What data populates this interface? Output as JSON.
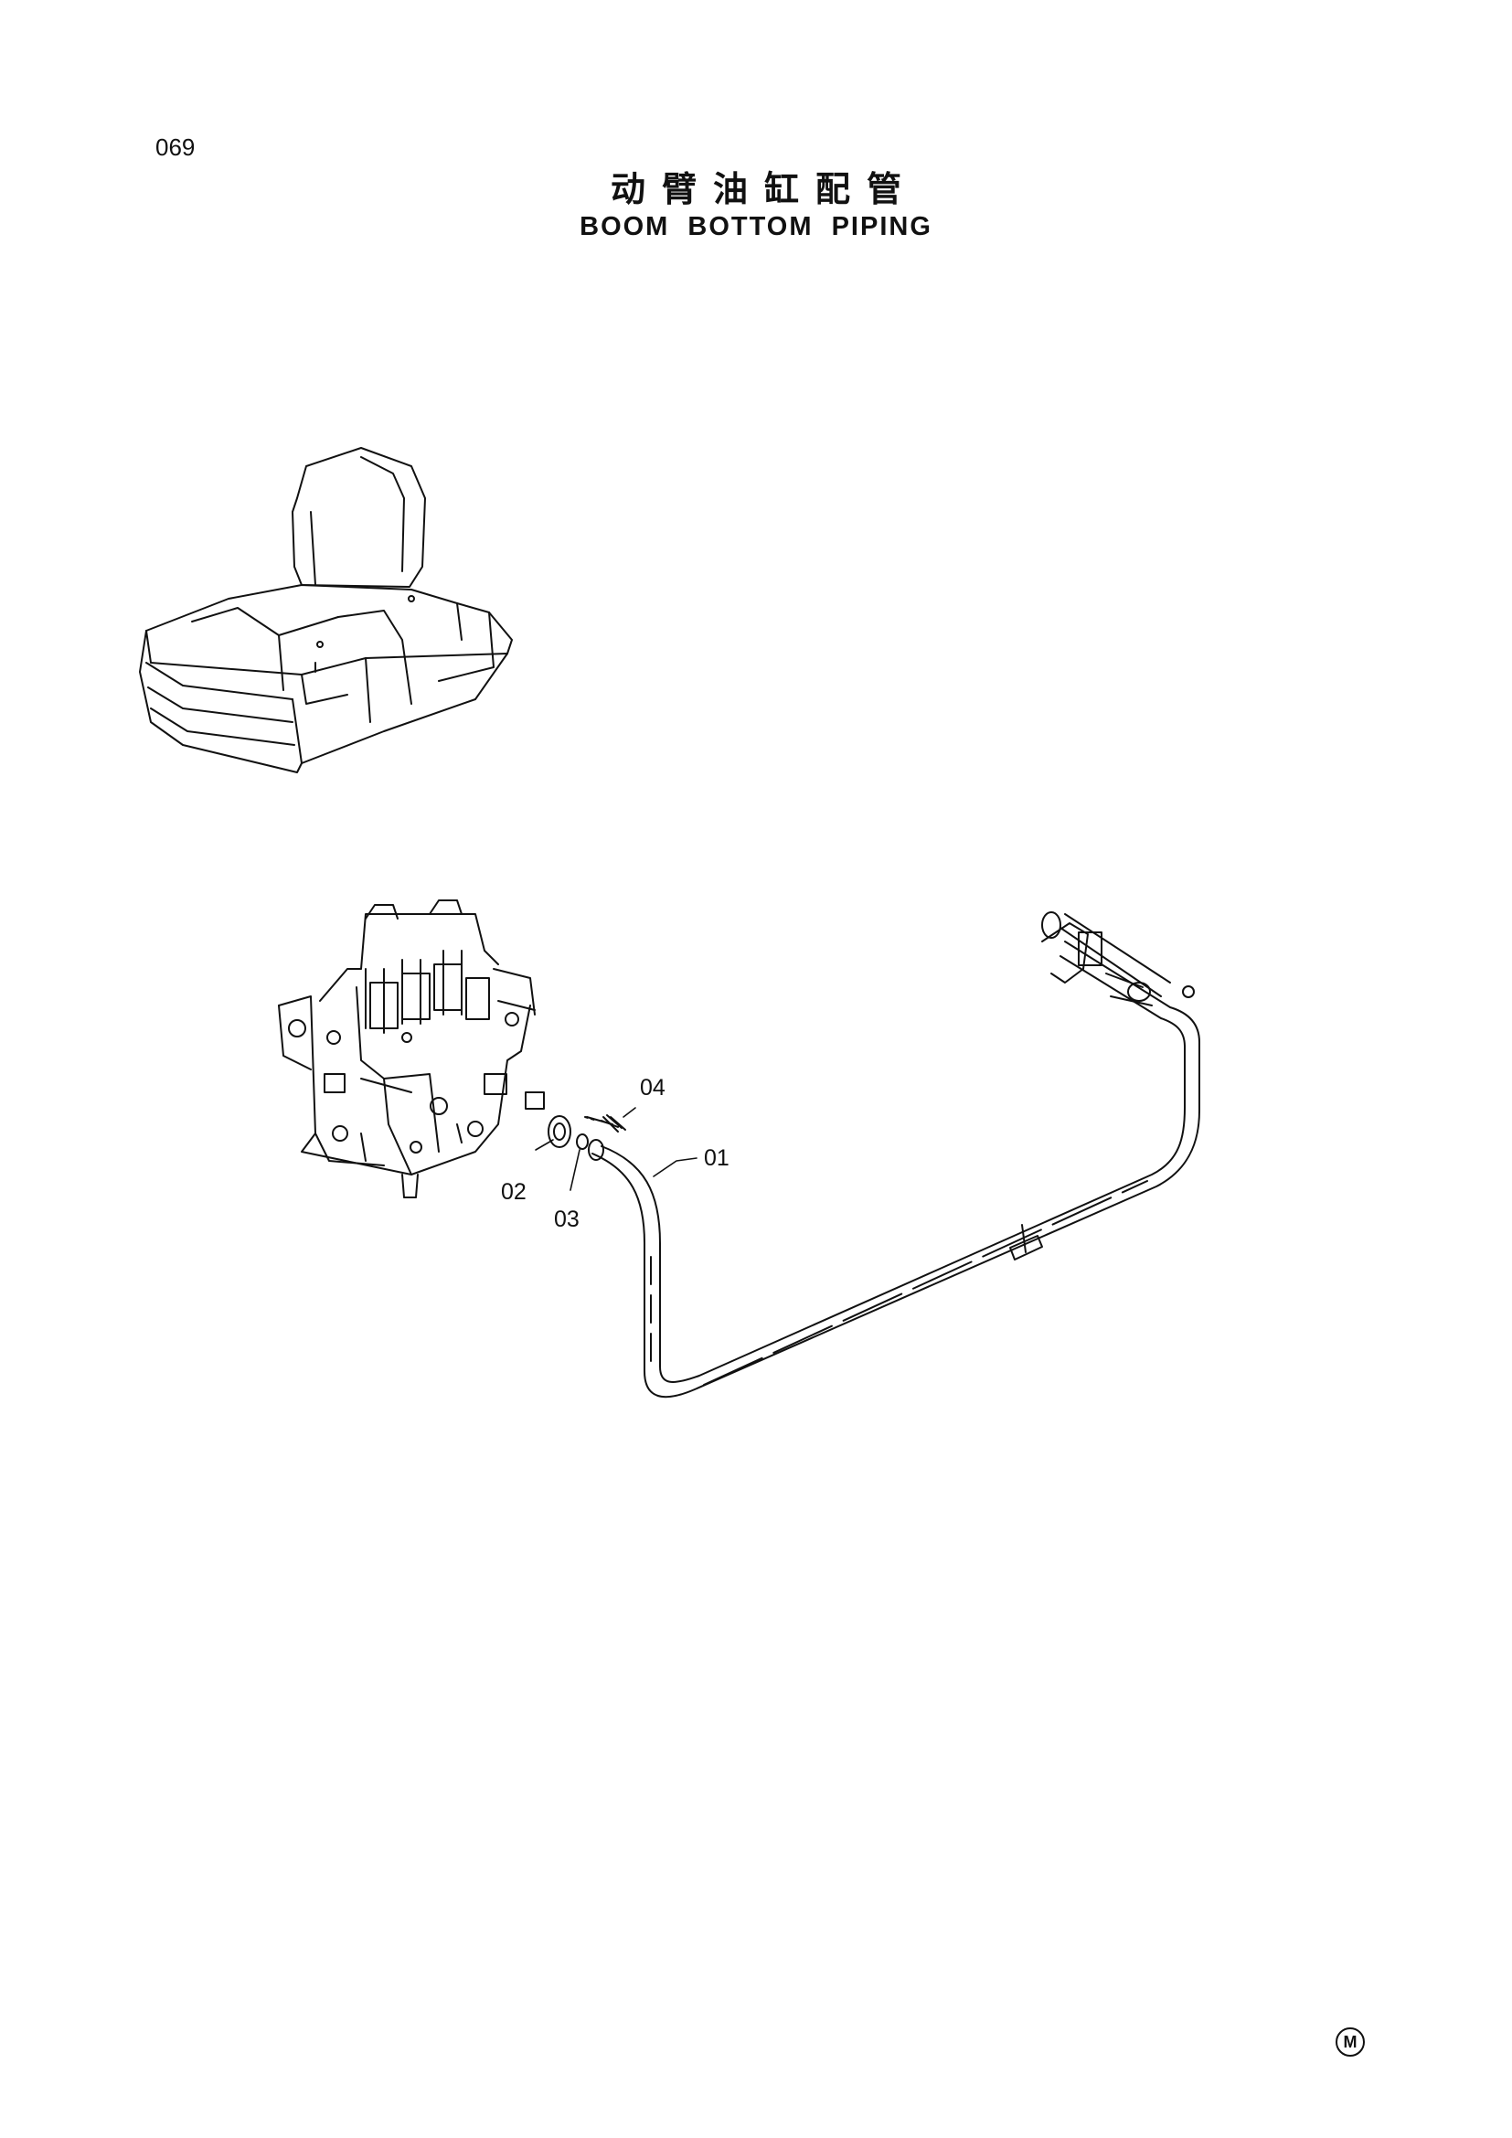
{
  "page_number": "069",
  "title_cn": "动臂油缸配管",
  "title_en": "BOOM BOTTOM PIPING",
  "callouts": [
    "04",
    "01",
    "02",
    "03"
  ],
  "corner_mark": "M"
}
